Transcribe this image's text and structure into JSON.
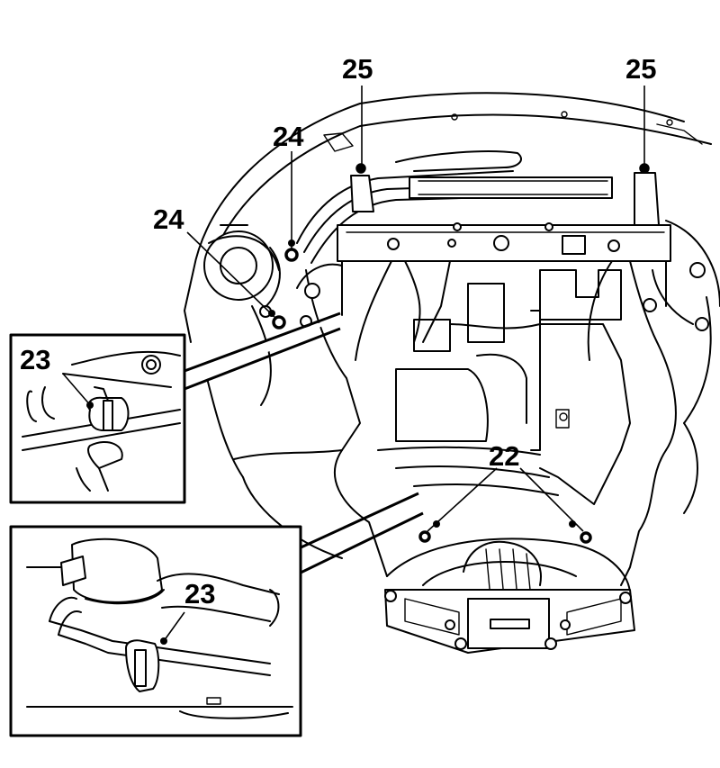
{
  "callouts": [
    {
      "id": "25a",
      "label": "25"
    },
    {
      "id": "25b",
      "label": "25"
    },
    {
      "id": "24a",
      "label": "24"
    },
    {
      "id": "24b",
      "label": "24"
    },
    {
      "id": "23a",
      "label": "23"
    },
    {
      "id": "23b",
      "label": "23"
    },
    {
      "id": "22",
      "label": "22"
    }
  ]
}
